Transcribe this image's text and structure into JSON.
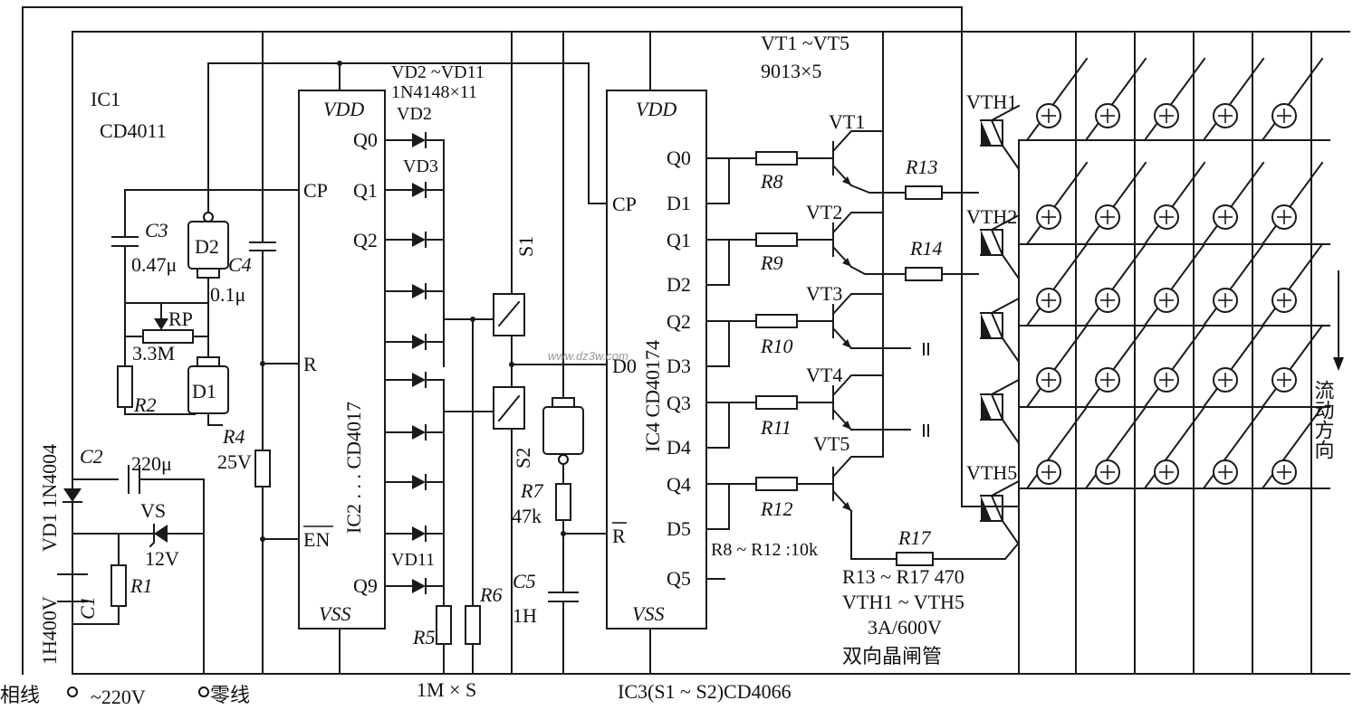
{
  "labels": {
    "ic1": "IC1",
    "ic1_part": "CD4011",
    "c3": "C3",
    "c3_val": "0.47μ",
    "d2": "D2",
    "d1": "D1",
    "c4": "C4",
    "c4_val": "0.1μ",
    "rp": "RP",
    "rp_val": "3.3M",
    "r2": "R2",
    "r4": "R4",
    "r4_val": "25V",
    "vd1": "VD1 1N4004",
    "c2": "C2",
    "c2_val": "220μ",
    "vs": "VS",
    "vs_val": "12V",
    "r1": "R1",
    "c1": "C1",
    "c1_val": "1H400V",
    "phase": "相线",
    "ac": "~220V",
    "neutral": "零线",
    "vd_range": "VD2 ~VD11",
    "vd_part": "1N4148×11",
    "vd2": "VD2",
    "vd3": "VD3",
    "vd11": "VD11",
    "ic2_vdd": "VDD",
    "ic2_vss": "VSS",
    "ic2_cp": "CP",
    "ic2_r": "R",
    "ic2_en": "EN",
    "ic2_name": "IC2 . . . CD4017",
    "q0": "Q0",
    "q1": "Q1",
    "q2": "Q2",
    "q9": "Q9",
    "s1": "S1",
    "s2": "S2",
    "r5": "R5",
    "r6": "R6",
    "res_1m": "1M × S",
    "r7": "R7",
    "r7_val": "47k",
    "c5": "C5",
    "c5_val": "1H",
    "ic4_vdd": "VDD",
    "ic4_vss": "VSS",
    "ic4_cp": "CP",
    "ic4_d0": "D0",
    "ic4_r": "R",
    "ic4_name": "IC4 CD40174",
    "ic4_q0": "Q0",
    "ic4_d1": "D1",
    "ic4_q1": "Q1",
    "ic4_d2": "D2",
    "ic4_q2": "Q2",
    "ic4_d3": "D3",
    "ic4_q3": "Q3",
    "ic4_d4": "D4",
    "ic4_q4": "Q4",
    "ic4_d5": "D5",
    "ic4_q5": "Q5",
    "ic3_note": "IC3(S1 ~ S2)CD4066",
    "vt_range": "VT1 ~VT5",
    "vt_part": "9013×5",
    "vt1": "VT1",
    "vt2": "VT2",
    "vt3": "VT3",
    "vt4": "VT4",
    "vt5": "VT5",
    "r8": "R8",
    "r9": "R9",
    "r10": "R10",
    "r11": "R11",
    "r12": "R12",
    "r8_12": "R8 ~ R12 :10k",
    "r13": "R13",
    "r14": "R14",
    "r17": "R17",
    "r13_17": "R13 ~ R17   470",
    "vth1": "VTH1",
    "vth2": "VTH2",
    "vth5": "VTH5",
    "vth_range": "VTH1 ~ VTH5",
    "vth_rating": "3A/600V",
    "vth_type": "双向晶闸管",
    "flow": "流动方向",
    "watermark": "www.dz3w.com"
  }
}
